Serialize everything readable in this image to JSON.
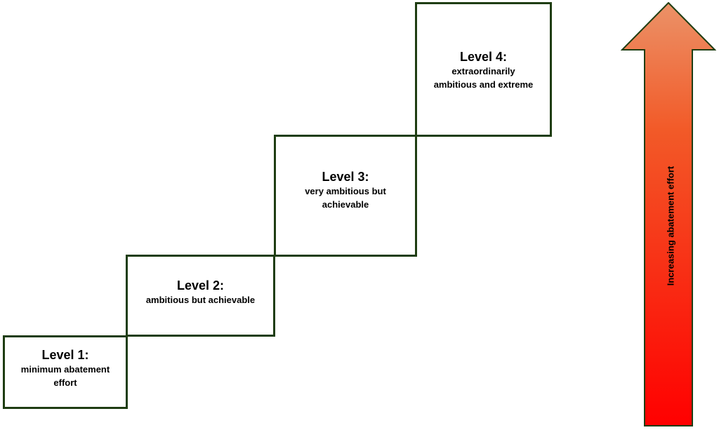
{
  "levels": [
    {
      "title": "Level 1:",
      "description": [
        "minimum abatement",
        "effort"
      ]
    },
    {
      "title": "Level 2:",
      "description": [
        "ambitious but achievable"
      ]
    },
    {
      "title": "Level 3:",
      "description": [
        "very ambitious but",
        "achievable"
      ]
    },
    {
      "title": "Level 4:",
      "description": [
        "extraordinarily",
        "ambitious and extreme"
      ]
    }
  ],
  "arrow": {
    "label": "Increasing abatement effort",
    "gradient_top": "#eb9268",
    "gradient_mid": "#f25a28",
    "gradient_bottom": "#ff0000",
    "outline": "#1f3d12"
  },
  "colors": {
    "box_border": "#1f3d12"
  }
}
